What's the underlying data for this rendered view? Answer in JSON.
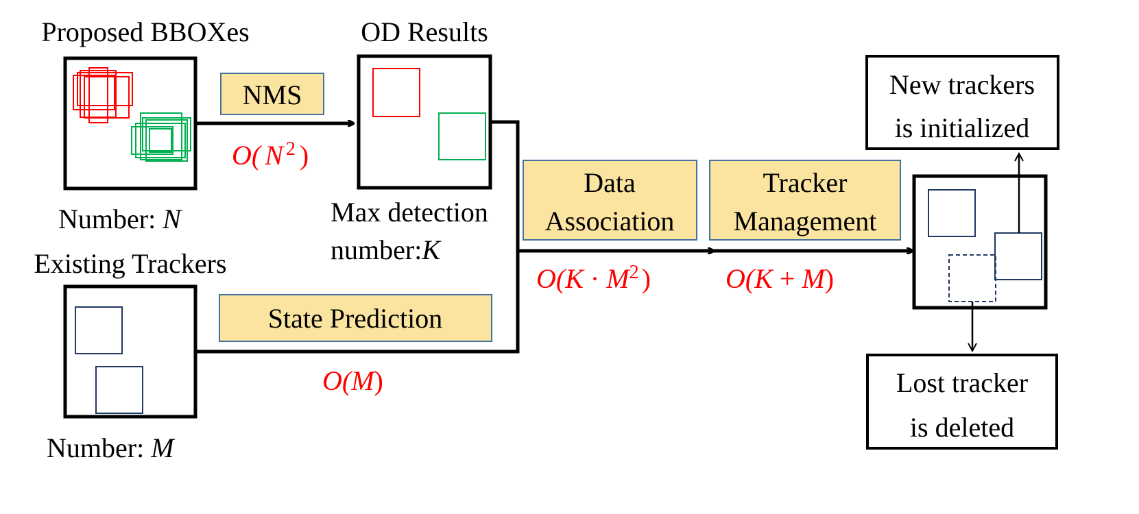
{
  "labels": {
    "proposed": "Proposed BBOXes",
    "od_results": "OD Results",
    "number_n_prefix": "Number: ",
    "number_n_var": "N",
    "existing": "Existing Trackers",
    "number_m_prefix": "Number: ",
    "number_m_var": "M",
    "max_det_line1": "Max detection",
    "max_det_line2_prefix": "number:",
    "max_det_line2_var": "K",
    "new_trackers_line1": "New trackers",
    "new_trackers_line2": "is initialized",
    "lost_tracker_line1": "Lost tracker",
    "lost_tracker_line2": "is deleted"
  },
  "steps": {
    "nms": "NMS",
    "state_prediction": "State Prediction",
    "data_association_line1": "Data",
    "data_association_line2": "Association",
    "tracker_management_line1": "Tracker",
    "tracker_management_line2": "Management"
  },
  "complexity": {
    "nms": {
      "open": "O(",
      "var": "N",
      "sup": "2",
      "close": ")"
    },
    "state_prediction": {
      "open": "O(",
      "var": "M",
      "close": ")"
    },
    "data_association": {
      "open": "O(",
      "var1": "K",
      "dot": " · ",
      "var2": "M",
      "sup": "2",
      "close": ")"
    },
    "tracker_management": {
      "open": "O(",
      "var1": "K",
      "plus": " + ",
      "var2": "M",
      "close": ")"
    }
  },
  "colors": {
    "step_fill": "#fbe3a0",
    "step_border": "#41719c",
    "complexity_text": "#ff0000",
    "bbox_red": "#ff0000",
    "bbox_green": "#00b050",
    "tracker_blue": "#203864"
  }
}
